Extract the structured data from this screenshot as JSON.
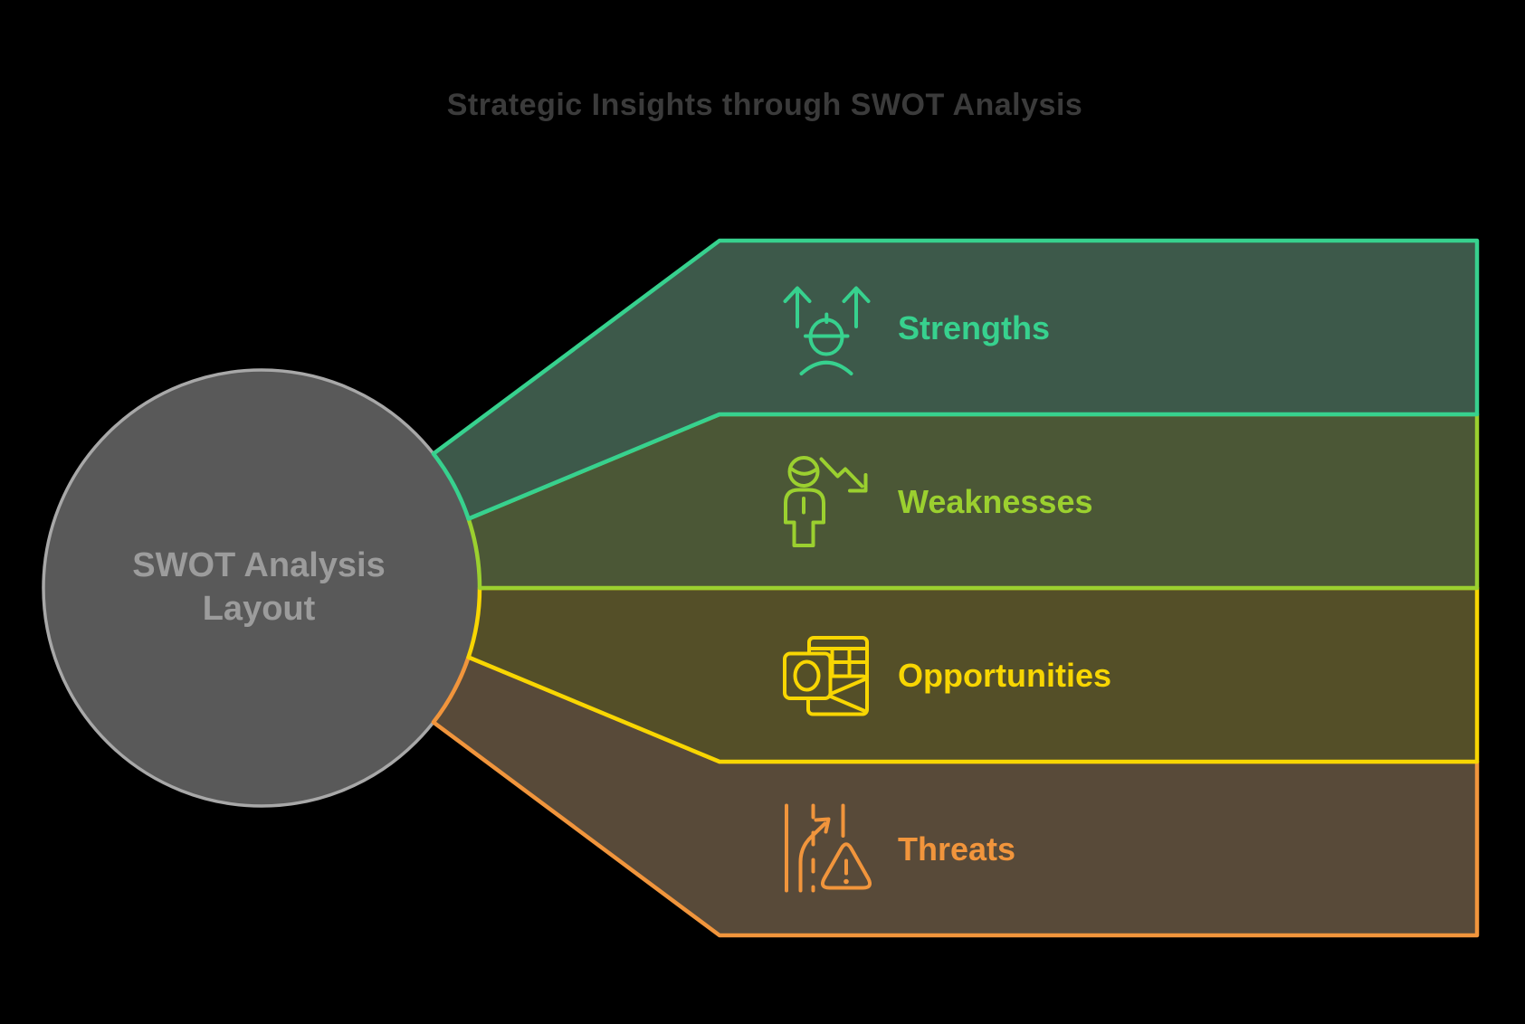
{
  "title": {
    "text": "Strategic Insights through SWOT Analysis",
    "color": "#3b3b3b"
  },
  "background": "#000000",
  "center_circle": {
    "label_line1": "SWOT Analysis",
    "label_line2": "Layout",
    "fill": "#595959",
    "border_color": "#a8a8a8",
    "text_color": "#9c9c9c"
  },
  "bands": [
    {
      "label": "Strengths",
      "accent": "#37d18e",
      "fill": "#3d594a",
      "icon": "worker-up-arrows-icon"
    },
    {
      "label": "Weaknesses",
      "accent": "#9bd02f",
      "fill": "#4b5736",
      "icon": "person-decline-arrow-icon"
    },
    {
      "label": "Opportunities",
      "accent": "#f8d602",
      "fill": "#544f28",
      "icon": "mail-table-icon"
    },
    {
      "label": "Threats",
      "accent": "#f1953c",
      "fill": "#584a39",
      "icon": "road-hazard-icon"
    }
  ]
}
